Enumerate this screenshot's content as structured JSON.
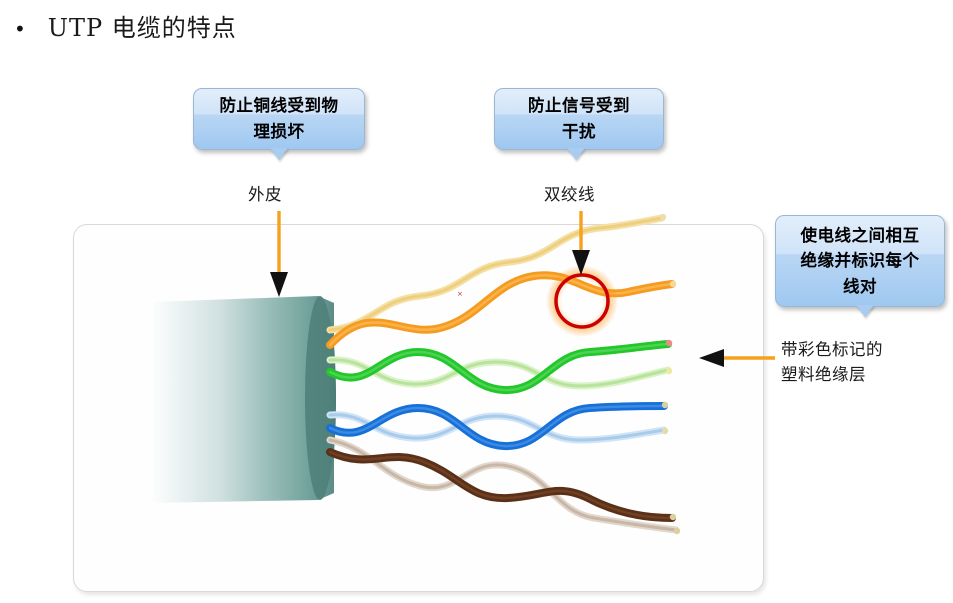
{
  "slide": {
    "bullet": "•",
    "title": "UTP  电缆的特点"
  },
  "callouts": {
    "jacket": {
      "text": "防止铜线受到物\n理损坏",
      "name": "prevent-physical-damage"
    },
    "twisted_pair": {
      "text": "防止信号受到\n干扰",
      "name": "prevent-signal-interference"
    },
    "insulation": {
      "text": "使电线之间相互\n绝缘并标识每个\n线对",
      "name": "insulate-and-identify-pairs"
    }
  },
  "labels": {
    "jacket": "外皮",
    "twisted_pair": "双绞线",
    "insulation": "带彩色标记的\n塑料绝缘层"
  },
  "diagram": {
    "cable_jacket_color_light": "#f4f9f9",
    "cable_jacket_color_dark": "#5b8c85",
    "pairs": [
      {
        "name": "orange-pair",
        "color": "#f59b1f",
        "stripe": "#f6dfa3"
      },
      {
        "name": "green-pair",
        "color": "#22c72a",
        "stripe": "#d8f3c4"
      },
      {
        "name": "blue-pair",
        "color": "#1670d8",
        "stripe": "#cfe4f8"
      },
      {
        "name": "brown-pair",
        "color": "#5a3018",
        "stripe": "#e2d7cc"
      }
    ],
    "highlight_circle_color": "#cc0000",
    "arrow_line_color": "#f5a11e",
    "arrow_head_color": "#1a1a1a"
  }
}
